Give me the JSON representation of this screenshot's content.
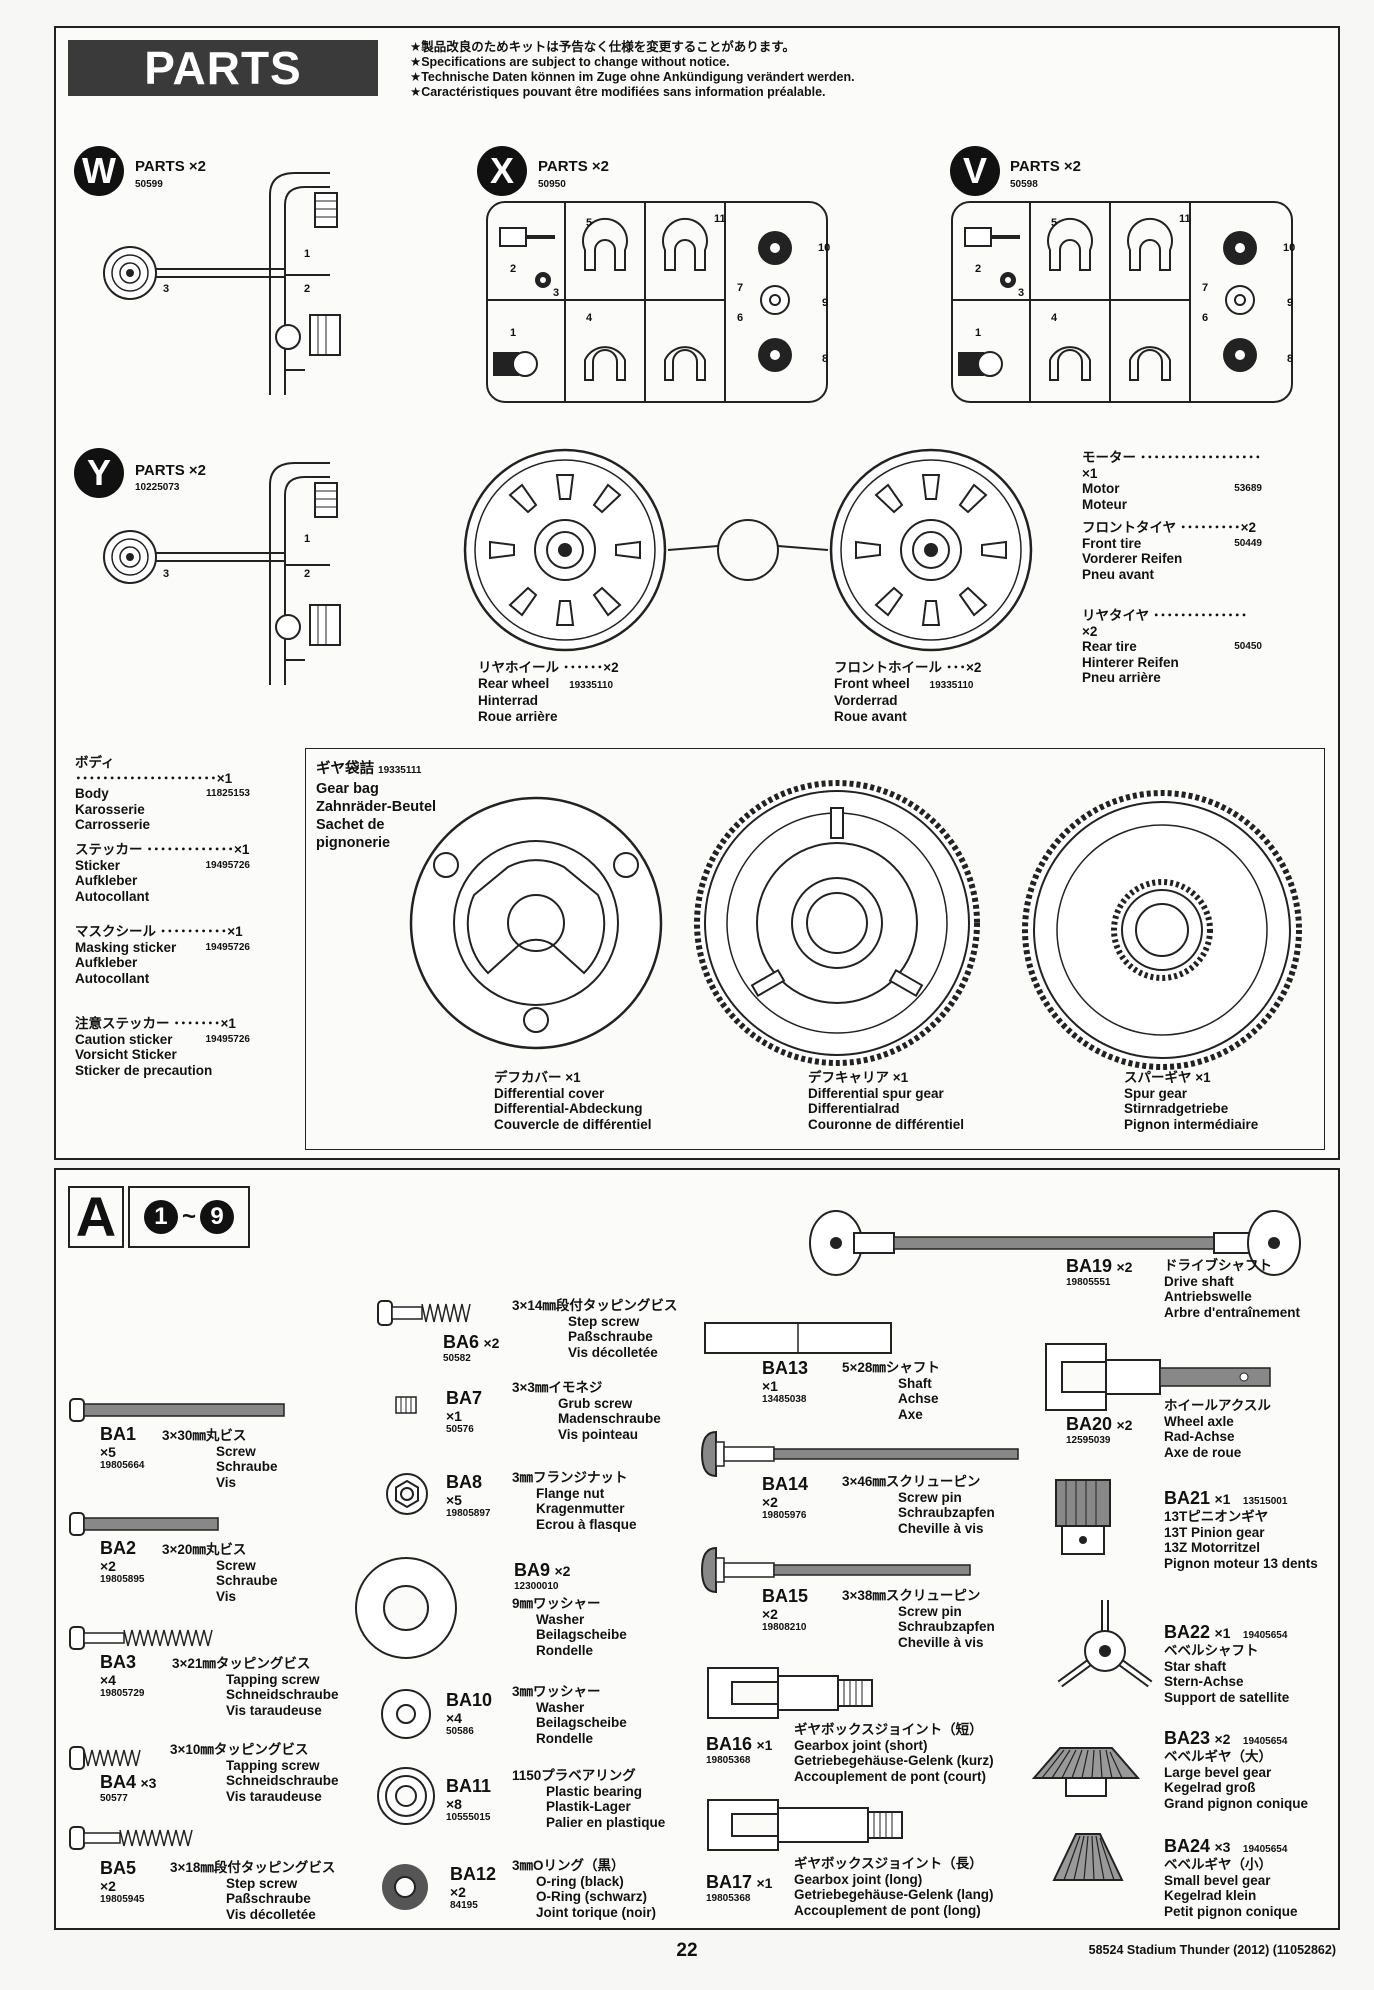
{
  "header": {
    "title": "PARTS",
    "notices": [
      "★製品改良のためキットは予告なく仕様を変更することがあります。",
      "★Specifications are subject to change without notice.",
      "★Technische Daten können im Zuge ohne Ankündigung verändert werden.",
      "★Caractéristiques pouvant être modifiées sans information préalable."
    ]
  },
  "trees": [
    {
      "letter": "W",
      "label": "PARTS ×2",
      "code": "50599",
      "nums": [
        "1",
        "2",
        "3"
      ]
    },
    {
      "letter": "X",
      "label": "PARTS ×2",
      "code": "50950",
      "nums": [
        "1",
        "2",
        "3",
        "4",
        "5",
        "6",
        "7",
        "8",
        "9",
        "10",
        "11"
      ]
    },
    {
      "letter": "V",
      "label": "PARTS ×2",
      "code": "50598",
      "nums": [
        "1",
        "2",
        "3",
        "4",
        "5",
        "6",
        "7",
        "8",
        "9",
        "10",
        "11"
      ]
    },
    {
      "letter": "Y",
      "label": "PARTS ×2",
      "code": "10225073",
      "nums": [
        "1",
        "2",
        "3"
      ]
    }
  ],
  "wheels": {
    "rear": {
      "jp": "リヤホイール ･･････×2",
      "en": "Rear wheel",
      "code": "19335110",
      "de": "Hinterrad",
      "fr": "Roue arrière"
    },
    "front": {
      "jp": "フロントホイール ･･･×2",
      "en": "Front wheel",
      "code": "19335110",
      "de": "Vorderrad",
      "fr": "Roue avant"
    }
  },
  "right_parts": [
    {
      "jp": "モーター ･･････････････････×1",
      "en": "Motor",
      "code": "53689",
      "de": "Moteur"
    },
    {
      "jp": "フロントタイヤ ･････････×2",
      "en": "Front tire",
      "code": "50449",
      "de": "Vorderer Reifen",
      "fr": "Pneu avant"
    },
    {
      "jp": "リヤタイヤ ･･････････････×2",
      "en": "Rear tire",
      "code": "50450",
      "de": "Hinterer Reifen",
      "fr": "Pneu arrière"
    }
  ],
  "left_parts": [
    {
      "jp": "ボディ ･････････････････････×1",
      "en": "Body",
      "code": "11825153",
      "de": "Karosserie",
      "fr": "Carrosserie"
    },
    {
      "jp": "ステッカー ･････････････×1",
      "en": "Sticker",
      "code": "19495726",
      "de": "Aufkleber",
      "fr": "Autocollant"
    },
    {
      "jp": "マスクシール ･･････････×1",
      "en": "Masking sticker",
      "code": "19495726",
      "de": "Aufkleber",
      "fr": "Autocollant"
    },
    {
      "jp": "注意ステッカー ･･･････×1",
      "en": "Caution sticker",
      "code": "19495726",
      "de": "Vorsicht Sticker",
      "fr": "Sticker de precaution"
    }
  ],
  "gearbag": {
    "jp": "ギヤ袋詰",
    "code": "19335111",
    "en": "Gear bag",
    "de": "Zahnräder-Beutel",
    "fr1": "Sachet de",
    "fr2": "pignonerie",
    "items": [
      {
        "jp": "デフカバー ×1",
        "en": "Differential cover",
        "de": "Differential-Abdeckung",
        "fr": "Couvercle de différentiel"
      },
      {
        "jp": "デフキャリア ×1",
        "en": "Differential spur gear",
        "de": "Differentialrad",
        "fr": "Couronne de différentiel"
      },
      {
        "jp": "スパーギヤ ×1",
        "en": "Spur gear",
        "de": "Stirnradgetriebe",
        "fr": "Pignon intermédiaire"
      }
    ]
  },
  "bag": {
    "letter": "A",
    "range_start": "1",
    "range_sep": "~",
    "range_end": "9"
  },
  "ba_col1": [
    {
      "id": "BA1",
      "qty": "×5",
      "code": "19805664",
      "jp": "3×30㎜丸ビス",
      "en": "Screw",
      "de": "Schraube",
      "fr": "Vis"
    },
    {
      "id": "BA2",
      "qty": "×2",
      "code": "19805895",
      "jp": "3×20㎜丸ビス",
      "en": "Screw",
      "de": "Schraube",
      "fr": "Vis"
    },
    {
      "id": "BA3",
      "qty": "×4",
      "code": "19805729",
      "jp": "3×21㎜タッピングビス",
      "en": "Tapping screw",
      "de": "Schneidschraube",
      "fr": "Vis taraudeuse"
    },
    {
      "id": "BA4",
      "qty": "×3",
      "code": "50577",
      "jp": "3×10㎜タッピングビス",
      "en": "Tapping screw",
      "de": "Schneidschraube",
      "fr": "Vis taraudeuse"
    },
    {
      "id": "BA5",
      "qty": "×2",
      "code": "19805945",
      "jp": "3×18㎜段付タッピングビス",
      "en": "Step screw",
      "de": "Paßschraube",
      "fr": "Vis décolletée"
    }
  ],
  "ba_col2": [
    {
      "id": "BA6",
      "qty": "×2",
      "code": "50582",
      "jp": "3×14㎜段付タッピングビス",
      "en": "Step screw",
      "de": "Paßschraube",
      "fr": "Vis décolletée"
    },
    {
      "id": "BA7",
      "qty": "×1",
      "code": "50576",
      "jp": "3×3㎜イモネジ",
      "en": "Grub screw",
      "de": "Madenschraube",
      "fr": "Vis pointeau"
    },
    {
      "id": "BA8",
      "qty": "×5",
      "code": "19805897",
      "jp": "3㎜フランジナット",
      "en": "Flange nut",
      "de": "Kragenmutter",
      "fr": "Ecrou à flasque"
    },
    {
      "id": "BA9",
      "qty": "×2",
      "code": "12300010",
      "jp": "9㎜ワッシャー",
      "en": "Washer",
      "de": "Beilagscheibe",
      "fr": "Rondelle"
    },
    {
      "id": "BA10",
      "qty": "×4",
      "code": "50586",
      "jp": "3㎜ワッシャー",
      "en": "Washer",
      "de": "Beilagscheibe",
      "fr": "Rondelle"
    },
    {
      "id": "BA11",
      "qty": "×8",
      "code": "10555015",
      "jp": "1150プラベアリング",
      "en": "Plastic bearing",
      "de": "Plastik-Lager",
      "fr": "Palier en plastique"
    },
    {
      "id": "BA12",
      "qty": "×2",
      "code": "84195",
      "jp": "3㎜Oリング（黒）",
      "en": "O-ring (black)",
      "de": "O-Ring (schwarz)",
      "fr": "Joint torique (noir)"
    }
  ],
  "ba_col3": [
    {
      "id": "BA13",
      "qty": "×1",
      "code": "13485038",
      "jp": "5×28㎜シャフト",
      "en": "Shaft",
      "de": "Achse",
      "fr": "Axe"
    },
    {
      "id": "BA14",
      "qty": "×2",
      "code": "19805976",
      "jp": "3×46㎜スクリューピン",
      "en": "Screw pin",
      "de": "Schraubzapfen",
      "fr": "Cheville à vis"
    },
    {
      "id": "BA15",
      "qty": "×2",
      "code": "19808210",
      "jp": "3×38㎜スクリューピン",
      "en": "Screw pin",
      "de": "Schraubzapfen",
      "fr": "Cheville à vis"
    },
    {
      "id": "BA16",
      "qty": "×1",
      "code": "19805368",
      "jp": "ギヤボックスジョイント（短）",
      "en": "Gearbox joint (short)",
      "de": "Getriebegehäuse-Gelenk (kurz)",
      "fr": "Accouplement de pont (court)"
    },
    {
      "id": "BA17",
      "qty": "×1",
      "code": "19805368",
      "jp": "ギヤボックスジョイント（長）",
      "en": "Gearbox joint (long)",
      "de": "Getriebegehäuse-Gelenk (lang)",
      "fr": "Accouplement de pont (long)"
    }
  ],
  "ba_col4": [
    {
      "id": "BA19",
      "qty": "×2",
      "code": "19805551",
      "jp": "ドライブシャフト",
      "en": "Drive shaft",
      "de": "Antriebswelle",
      "fr": "Arbre d'entraînement"
    },
    {
      "id": "BA20",
      "qty": "×2",
      "code": "12595039",
      "jp": "ホイールアクスル",
      "en": "Wheel axle",
      "de": "Rad-Achse",
      "fr": "Axe de roue"
    },
    {
      "id": "BA21",
      "qty": "×1",
      "code": "13515001",
      "jp": "13Tピニオンギヤ",
      "en": "13T Pinion gear",
      "de": "13Z Motorritzel",
      "fr": "Pignon moteur 13 dents"
    },
    {
      "id": "BA22",
      "qty": "×1",
      "code": "19405654",
      "jp": "ベベルシャフト",
      "en": "Star shaft",
      "de": "Stern-Achse",
      "fr": "Support de satellite"
    },
    {
      "id": "BA23",
      "qty": "×2",
      "code": "19405654",
      "jp": "ベベルギヤ（大）",
      "en": "Large bevel gear",
      "de": "Kegelrad groß",
      "fr": "Grand pignon conique"
    },
    {
      "id": "BA24",
      "qty": "×3",
      "code": "19405654",
      "jp": "ベベルギヤ（小）",
      "en": "Small bevel gear",
      "de": "Kegelrad klein",
      "fr": "Petit pignon conique"
    }
  ],
  "footer": {
    "page": "22",
    "text": "58524 Stadium Thunder (2012) (11052862)"
  }
}
